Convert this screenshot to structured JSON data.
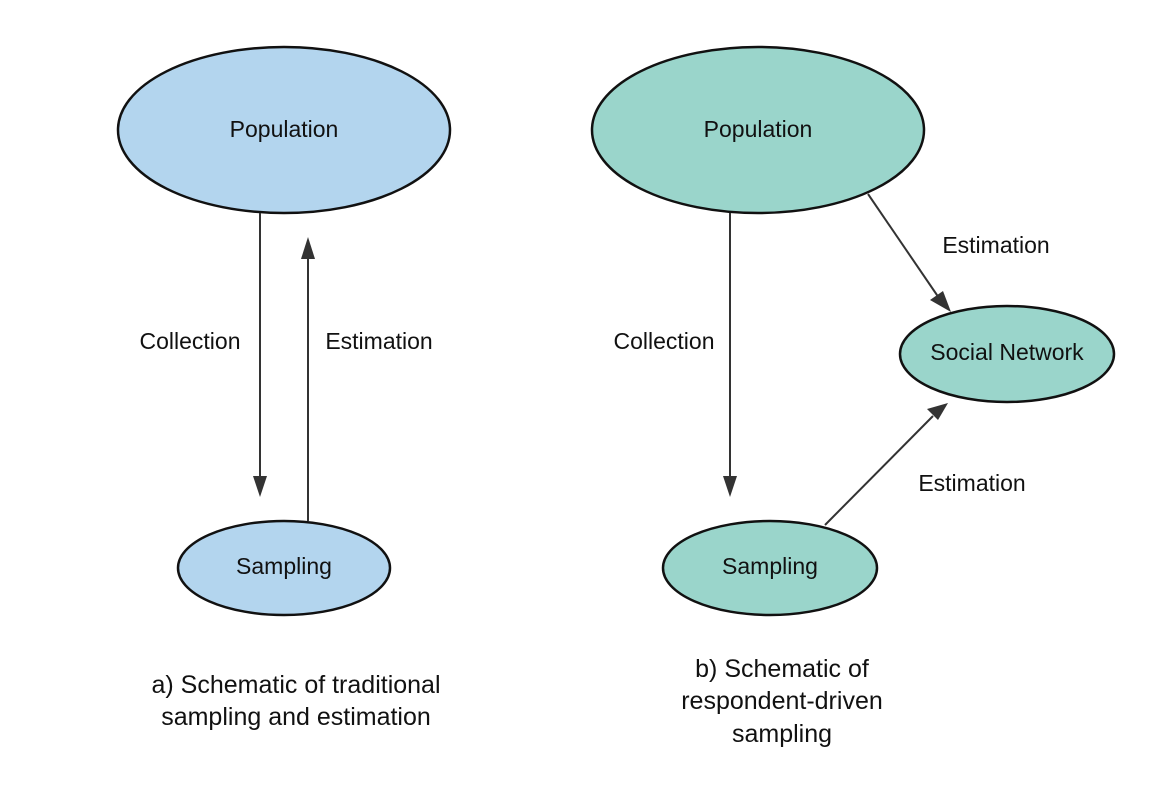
{
  "colors": {
    "panel_a_fill": "#b3d5ee",
    "panel_b_fill": "#9ad5cb",
    "stroke": "#111111",
    "arrow": "#333333"
  },
  "panel_a": {
    "population": "Population",
    "sampling": "Sampling",
    "collection_label": "Collection",
    "estimation_label": "Estimation",
    "caption": [
      "a) Schematic of traditional",
      "sampling and estimation"
    ]
  },
  "panel_b": {
    "population": "Population",
    "sampling": "Sampling",
    "social_network": "Social Network",
    "collection_label": "Collection",
    "estimation_upper_label": "Estimation",
    "estimation_lower_label": "Estimation",
    "caption": [
      "b) Schematic of",
      "respondent-driven",
      "sampling"
    ]
  }
}
